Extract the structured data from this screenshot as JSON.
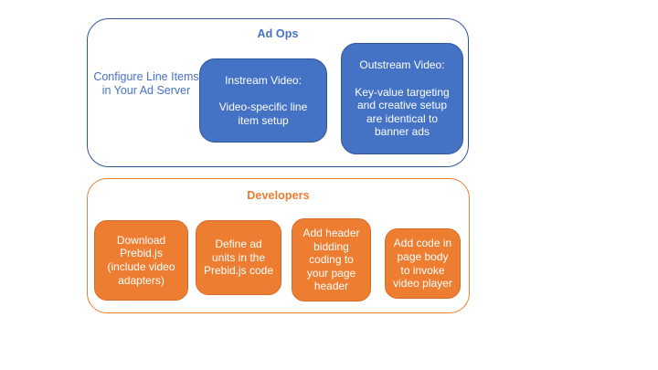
{
  "colors": {
    "blue_fill": "#4472C4",
    "blue_border": "#2F5597",
    "blue_text": "#4472C4",
    "orange_fill": "#ED7D31",
    "orange_border": "#D86C27",
    "box_text": "#FFFFFF",
    "background": "#FFFFFF"
  },
  "ad_ops": {
    "title": "Ad Ops",
    "note": "Configure Line Items in Your Ad Server",
    "instream": {
      "heading": "Instream Video:",
      "body": "Video-specific line item setup"
    },
    "outstream": {
      "heading": "Outstream Video:",
      "body": "Key-value targeting and creative setup are identical to banner ads"
    }
  },
  "developers": {
    "title": "Developers",
    "steps": [
      "Download Prebid.js (include video adapters)",
      "Define ad units in the Prebid.js code",
      "Add header bidding coding to your page header",
      "Add code in page body to invoke video player"
    ]
  }
}
